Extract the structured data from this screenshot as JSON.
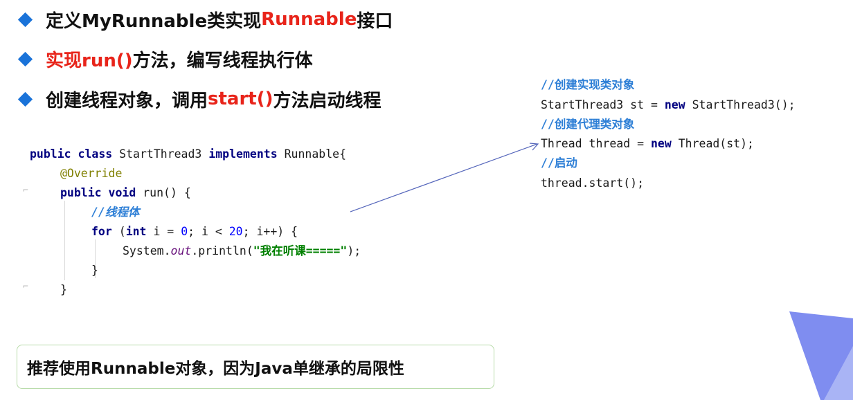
{
  "bullets": [
    {
      "pre": "定义MyRunnable类实现",
      "red": "Runnable",
      "post": "接口"
    },
    {
      "pre": "",
      "red": "实现run()",
      "post": "方法，编写线程执行体"
    },
    {
      "pre": "创建线程对象，调用",
      "red": "start()",
      "post": "方法启动线程"
    }
  ],
  "code_left": {
    "l1_kw1": "public",
    "l1_kw2": "class",
    "l1_name": "StartThread3",
    "l1_kw3": "implements",
    "l1_iface": "Runnable{",
    "l2_ann": "@Override",
    "l3_kw1": "public",
    "l3_kw2": "void",
    "l3_rest": "run() {",
    "l4_cmt": "//线程体",
    "l5_kw": "for",
    "l5_a": "(",
    "l5_kw2": "int",
    "l5_b": "i =",
    "l5_n1": "0",
    "l5_c": "; i <",
    "l5_n2": "20",
    "l5_d": "; i++) {",
    "l6_a": "System.",
    "l6_out": "out",
    "l6_b": ".println(",
    "l6_str": "\"我在听课=====\"",
    "l6_c": ");",
    "l7": "}",
    "l8": "}"
  },
  "code_right": {
    "r1_cmt": "//创建实现类对象",
    "r2_a": "StartThread3 st =",
    "r2_kw": "new",
    "r2_b": "StartThread3();",
    "r3_cmt": "//创建代理类对象",
    "r4_a": "Thread thread =",
    "r4_kw": "new",
    "r4_b": "Thread(st);",
    "r5_cmt": "//启动",
    "r6": "thread.start();"
  },
  "callout": "推荐使用Runnable对象，因为Java单继承的局限性",
  "colors": {
    "accent": "#1a73d9",
    "highlight": "#e8241a",
    "corner_blue": "#7f8df0"
  }
}
